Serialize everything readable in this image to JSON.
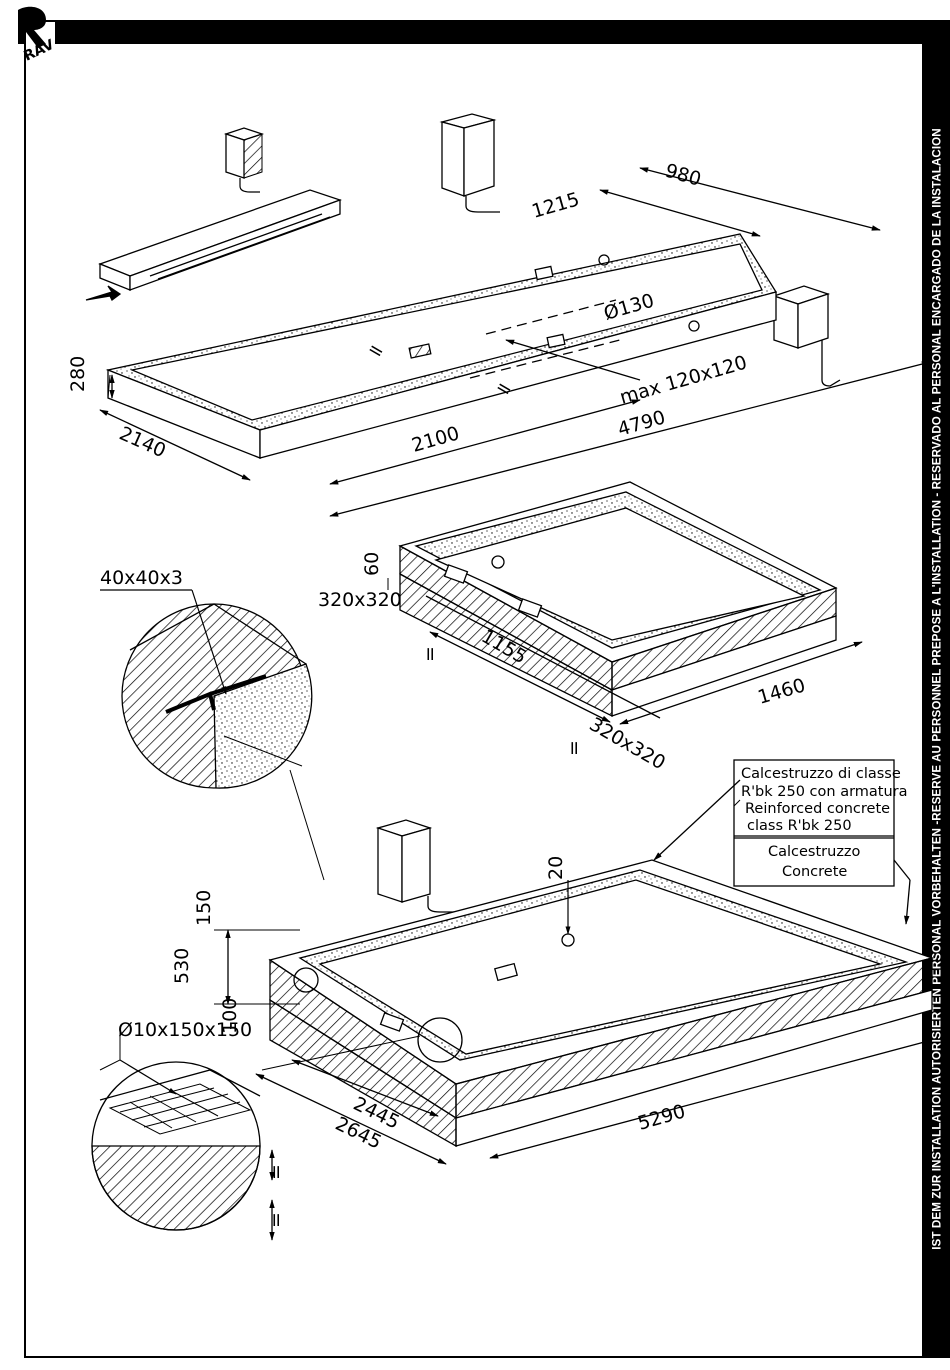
{
  "header": {
    "logo_text": "RAV"
  },
  "sidebar": {
    "notice": "IST DEM ZUR INSTALLATION AUTORISIERTEN PERSONAL VORBEHALTEN -RESERVE AU PERSONNEL PREPOSE A L'INSTALLATION - RESERVADO AL PERSONAL ENCARGADO DE LA INSTALACION"
  },
  "top_view": {
    "dims": {
      "d980": "980",
      "d1215": "1215",
      "d130": "Ø130",
      "dmax": "max 120x120",
      "d280": "280",
      "d2140": "2140",
      "d2100": "2100",
      "d4790": "4790",
      "eq1": "=",
      "eq2": "="
    }
  },
  "middle_view": {
    "dims": {
      "d60": "60",
      "d320a": "320x320",
      "d1155": "1155",
      "d320b": "320x320",
      "d1460": "1460",
      "eq1": "=",
      "eq2": "="
    }
  },
  "detail_angle": {
    "label": "40x40x3"
  },
  "detail_mesh": {
    "label": "Ø10x150x150",
    "eq1": "=",
    "eq2": "="
  },
  "bottom_view": {
    "dims": {
      "d150": "150",
      "d530": "530",
      "d100": "100",
      "d20": "20",
      "d2445": "2445",
      "d2645": "2645",
      "d5290": "5290"
    }
  },
  "legend": {
    "reinforced_it_1": "Calcestruzzo di classe",
    "reinforced_it_2": "R'bk 250 con armatura",
    "reinforced_en_1": "Reinforced concrete",
    "reinforced_en_2": "class R'bk 250",
    "concrete_it": "Calcestruzzo",
    "concrete_en": "Concrete"
  }
}
